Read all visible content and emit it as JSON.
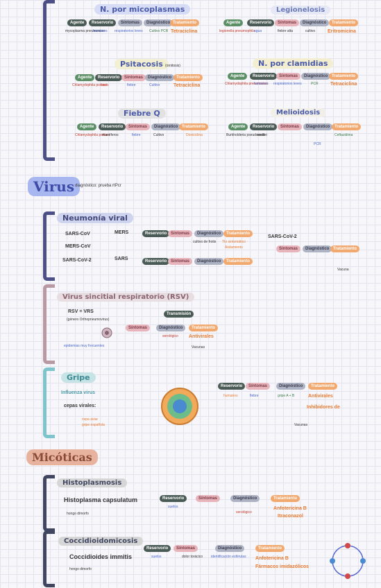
{
  "bacteria": {
    "micoplasmas": {
      "title": "N. por micoplasmas",
      "agente": "Agente",
      "reservorio": "Reservorio",
      "sintomas": "Síntomas",
      "diagnostico": "Diagnóstico",
      "tratamiento": "Tratamiento",
      "agent_name": "mycoplasma pneumoniae",
      "res_val": "humanos",
      "sint_val": "respiratorios leves",
      "diag_val": "Cultivo PCR",
      "trat_val": "Tetraciclina"
    },
    "legionelosis": {
      "title": "Legionelosis",
      "agente": "Agente",
      "reservorio": "Reservorio",
      "sintomas": "Síntomas",
      "diagnostico": "Diagnóstico",
      "tratamiento": "Tratamiento",
      "agent_name": "legionella pneumophila",
      "res_val": "agua",
      "sint_val": "fiebre alta",
      "diag_val": "cultivo",
      "trat_val": "Eritromicina"
    },
    "psitacosis": {
      "title": "Psitacosis",
      "sub": "(ornitosis)",
      "agente": "Agente",
      "reservorio": "Reservorio",
      "sintomas": "Síntomas",
      "diagnostico": "Diagnóstico",
      "tratamiento": "Tratamiento",
      "agent_name": "Chlamydophila psittaci",
      "res_val": "aves",
      "sint_val": "fiebre",
      "diag_val": "Cultivo",
      "trat_val": "Tetraciclina"
    },
    "clamidias": {
      "title": "N. por clamidias",
      "agente": "Agente",
      "reservorio": "Reservorio",
      "sintomas": "Síntomas",
      "diagnostico": "Diagnóstico",
      "tratamiento": "Tratamiento",
      "agent_name": "Chlamydophila pneumoniae",
      "res_val": "humanos",
      "sint_val": "respiratorios leves",
      "diag_val": "PCR",
      "trat_val": "Tetraciclina"
    },
    "fiebreq": {
      "title": "Fiebre Q",
      "agente": "Agente",
      "reservorio": "Reservorio",
      "sintomas": "Síntomas",
      "diagnostico": "Diagnóstico",
      "tratamiento": "Tratamiento",
      "agent_name": "Chlamydophila psittaci",
      "res_val": "mamíferos",
      "sint_val": "fiebre",
      "diag_val": "Cultivo",
      "trat_val": "Doxiciclina"
    },
    "melioidosis": {
      "title": "Melioidosis",
      "agente": "Agente",
      "reservorio": "Reservorio",
      "sintomas": "Síntomas",
      "diagnostico": "Diagnóstico",
      "tratamiento": "Tratamiento",
      "agent_name": "Burkholderia pseudomallei",
      "res_val": "suelo",
      "sint_val": "",
      "diag_val": "PCR",
      "trat_val": "Ceftazidima"
    }
  },
  "virus": {
    "title": "Virus",
    "note": "diagnóstico: prueba rtPcr",
    "neumonia": {
      "title": "Neumonía viral",
      "sars": "SARS-CoV",
      "mers": "MERS-CoV",
      "sars2": "SARS-CoV-2",
      "mers_label": "MERS",
      "sars_label": "SARS",
      "sars2_label": "SARS-CoV-2",
      "reservorio": "Reservorio",
      "sintomas": "Síntomas",
      "diagnostico": "Diagnóstico",
      "tratamiento": "Tratamiento",
      "diag_val": "cultivo de frotis",
      "trat_val": "Tto sintomático",
      "aisl": "Aislamiento",
      "vacuna": "Vacuna"
    },
    "rsv": {
      "title": "Virus sincitial respiratorio (RSV)",
      "name": "RSV = VRS",
      "genero": "(género Orthopneumovirus)",
      "sintomas": "Síntomas",
      "diagnostico": "Diagnóstico",
      "tratamiento": "Tratamiento",
      "transmision": "Transmisión",
      "epid": "epidemias muy frecuentes",
      "trat_val": "Antivirales",
      "diag_val": "serológico",
      "vacuna": "Vacunas"
    },
    "gripe": {
      "title": "Gripe",
      "name": "Influenza virus",
      "cepas": "cepas virales:",
      "cepa_a": "cepa aviar",
      "cepa_b": "gripe española",
      "reservorio": "Reservorio",
      "sintomas": "Síntomas",
      "diagnostico": "Diagnóstico",
      "tratamiento": "Tratamiento",
      "res_val": "humanos",
      "sint_val": "fiebre",
      "diag_val": "gripe A + B",
      "trat_val": "Antivirales",
      "inhib": "Inhibidores de",
      "vacuna": "Vacunas"
    }
  },
  "micoticas": {
    "title": "Micóticas",
    "histo": {
      "title": "Histoplasmosis",
      "name": "Histoplasma capsulatum",
      "reservorio": "Reservorio",
      "sintomas": "Síntomas",
      "diagnostico": "Diagnóstico",
      "tratamiento": "Tratamiento",
      "res_val": "suelos",
      "diag_val": "serológico",
      "trat_val": "Anfotericina B",
      "trat2": "Itraconazol",
      "hongo": "hongo dimorfo"
    },
    "cocci": {
      "title": "Coccidioidomicosis",
      "name": "Coccidioides immitis",
      "reservorio": "Reservorio",
      "sintomas": "Síntomas",
      "diagnostico": "Diagnóstico",
      "tratamiento": "Tratamiento",
      "res_val": "suelos",
      "sint_val": "dolor torácico",
      "diag_val": "identificación esférulas",
      "trat_val": "Anfotericina B",
      "trat2": "Fármacos imidazólicos",
      "hongo": "hongo dimorfo"
    }
  },
  "colors": {
    "blue": "#8ea3e6",
    "indigo": "#4d4f87",
    "teal": "#7dc4cc",
    "mauve": "#b99aa3",
    "salmon": "#e0a994",
    "navy": "#404660"
  }
}
